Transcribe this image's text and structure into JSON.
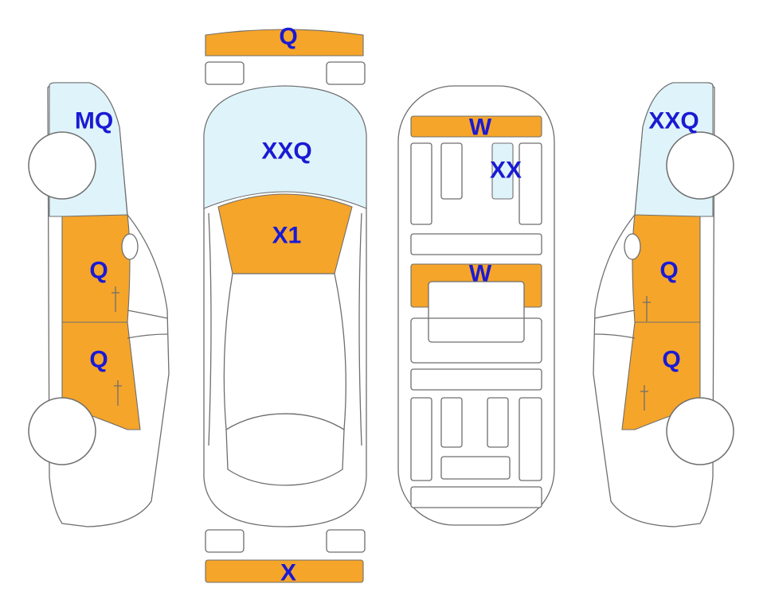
{
  "colors": {
    "damaged": "#f5a52a",
    "glass": "#dff4fa",
    "label": "#1a1ad4",
    "outline": "#6e6e6e"
  },
  "labels": {
    "left_windshield": "MQ",
    "left_front_door": "Q",
    "left_rear_door": "Q",
    "front_bumper": "Q",
    "front_windshield": "XXQ",
    "hood": "X1",
    "rear_bumper": "X",
    "roof_front_panel": "W",
    "sunroof": "XX",
    "roof_middle_panel": "W",
    "right_windshield": "XXQ",
    "right_front_door": "Q",
    "right_rear_door": "Q"
  }
}
